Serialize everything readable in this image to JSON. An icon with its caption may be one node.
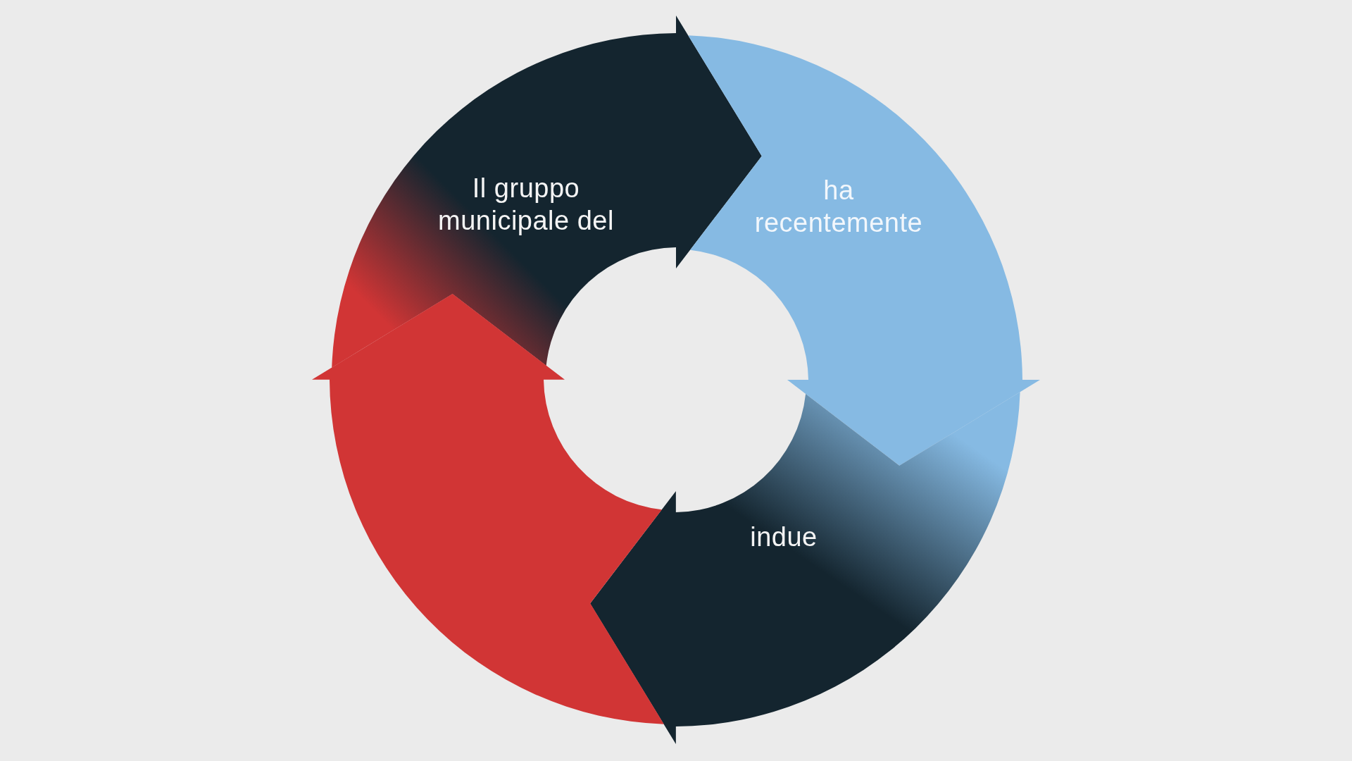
{
  "diagram": {
    "nodes": [
      {
        "text": [
          "Il gruppo municipale del"
        ]
      },
      {
        "text": [
          "ha recentemente"
        ]
      },
      {
        "text": [
          "indue"
        ]
      },
      {
        "text": [],
        "shape": "arrow"
      }
    ]
  }
}
